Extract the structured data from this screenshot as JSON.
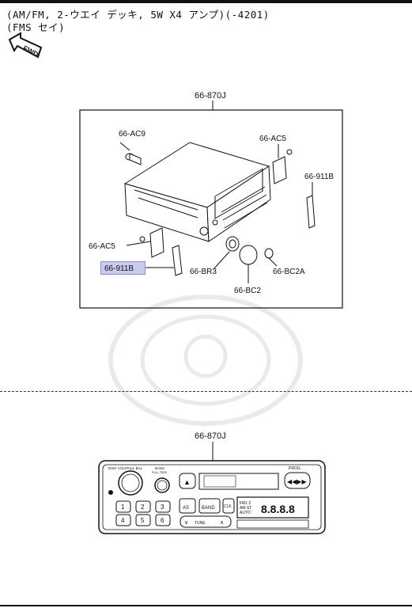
{
  "header": {
    "line1": "(AM/FM, 2-ウエイ デッキ, 5W X4 アンプ)(-4201)",
    "line2": "(FMS セイ)",
    "fwd_label": "FWD"
  },
  "exploded_view": {
    "assembly_label": "66-870J",
    "parts": [
      {
        "id": "ac9",
        "label": "66-AC9"
      },
      {
        "id": "ac5_top",
        "label": "66-AC5"
      },
      {
        "id": "911b_right",
        "label": "66-911B"
      },
      {
        "id": "ac5_left",
        "label": "66-AC5"
      },
      {
        "id": "911b_left",
        "label": "66-911B",
        "highlighted": true
      },
      {
        "id": "br3",
        "label": "66-BR3"
      },
      {
        "id": "bc2a",
        "label": "66-BC2A"
      },
      {
        "id": "bc2",
        "label": "66-BC2"
      }
    ],
    "highlight_color": "#c8cbee"
  },
  "front_view": {
    "assembly_label": "66-870J",
    "knob_label": "VOL/PULL BAL",
    "knob_label2": "DSM",
    "bass_label": "BASS",
    "bass_sub": "PULL TREB",
    "prog_label": "PROG",
    "eject_symbol": "▲",
    "as_label": "AS",
    "band_label": "BAND",
    "clk_label": "CLK",
    "display_left": "FM1 2",
    "display_left2": "AM ST",
    "display_left3": "AUTO",
    "display_digits": "8.8.8.8",
    "tune_label": "TUNE",
    "presets": [
      "1",
      "2",
      "3",
      "4",
      "5",
      "6"
    ],
    "ff_rew_symbol": "◀◀▶▶"
  }
}
